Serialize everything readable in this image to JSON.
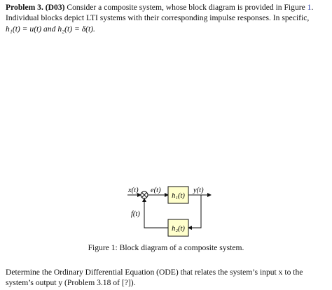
{
  "problem": {
    "heading": "Problem 3.",
    "code": "(D03)",
    "text_1": "Consider a composite system, whose block diagram is provided in Figure",
    "fig_ref": "1",
    "text_1_end": ".",
    "line_2": "Individual blocks depict LTI systems with their corresponding impulse responses.  In specific,",
    "line_3": "h₁(t) = u(t) and h₂(t) = δ(t)."
  },
  "diagram": {
    "input_label": "x(t)",
    "error_label": "e(t)",
    "output_label": "y(t)",
    "feedback_label": "f(t)",
    "block_top_label": "h₁(t)",
    "block_bottom_label": "h₂(t)",
    "block_fill": "#ffffcc"
  },
  "caption": "Figure 1: Block diagram of a composite system.",
  "question": {
    "line_1": "Determine the Ordinary Differential Equation (ODE) that relates the system’s input x to the",
    "line_2": "system’s output y (Problem 3.18 of [?])."
  }
}
